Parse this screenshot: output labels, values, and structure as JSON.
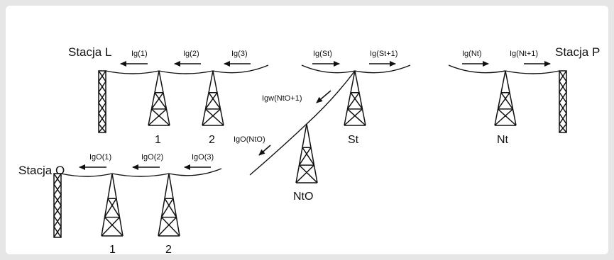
{
  "stations": {
    "L": "Stacja L",
    "P": "Stacja P",
    "O": "Stacja O"
  },
  "line_main": {
    "currents": [
      "Ig(1)",
      "Ig(2)",
      "Ig(3)",
      "Ig(St)",
      "Ig(St+1)",
      "Ig(Nt)",
      "Ig(Nt+1)"
    ],
    "towers": [
      "1",
      "2",
      "St",
      "Nt"
    ]
  },
  "branch": {
    "currents": [
      "Igw(NtO+1)",
      "IgO(NtO)"
    ],
    "tower": "NtO"
  },
  "line_o": {
    "currents": [
      "IgO(1)",
      "IgO(2)",
      "IgO(3)"
    ],
    "towers": [
      "1",
      "2"
    ]
  }
}
